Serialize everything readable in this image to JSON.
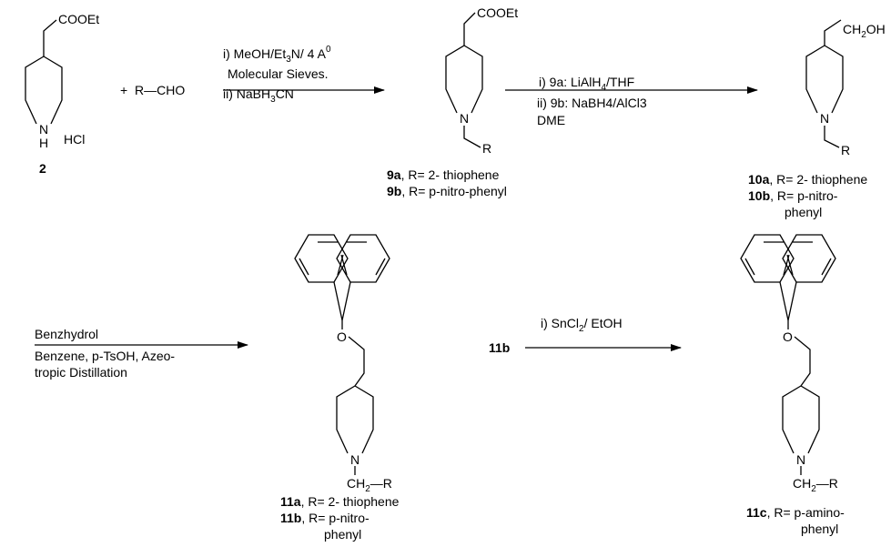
{
  "compounds": {
    "c2": {
      "ester": "COOEt",
      "n_label": "N",
      "h_label": "H",
      "salt": "HCl",
      "id": "2"
    },
    "aldehyde": {
      "plus": "+",
      "text": "R—CHO"
    },
    "c9": {
      "ester": "COOEt",
      "n_label": "N",
      "r_label": "R",
      "a_id": "9a",
      "a_text": ", R= 2- thiophene",
      "b_id": "9b",
      "b_text": ", R= p-nitro-phenyl"
    },
    "c10": {
      "ch2oh_main": "CH",
      "ch2oh_sub": "2",
      "ch2oh_end": "OH",
      "n_label": "N",
      "r_label": "R",
      "a_id": "10a",
      "a_text": ", R= 2- thiophene",
      "b_id": "10b",
      "b_text": ", R= p-nitro-",
      "b_text2": "phenyl"
    },
    "c11ab": {
      "o_label": "O",
      "n_label": "N",
      "ch2_main": "CH",
      "ch2_sub": "2",
      "ch2_end": "—R",
      "a_id": "11a",
      "a_text": ", R= 2- thiophene",
      "b_id": "11b",
      "b_text": ", R= p-nitro-",
      "b_text2": "phenyl"
    },
    "c11b_start": {
      "id": "11b"
    },
    "c11c": {
      "o_label": "O",
      "n_label": "N",
      "ch2_main": "CH",
      "ch2_sub": "2",
      "ch2_end": "—R",
      "id": "11c",
      "text": ", R= p-amino-",
      "text2": "phenyl"
    }
  },
  "reagents": {
    "step1": {
      "line1_a": "i) MeOH/Et",
      "line1_sub": "3",
      "line1_b": "N/ 4 A",
      "line1_sup": "0",
      "line2": "Molecular Sieves.",
      "line3_a": "ii) NaBH",
      "line3_sub": "3",
      "line3_b": "CN"
    },
    "step2": {
      "line1_a": "i) 9a: LiAlH",
      "line1_sub": "4",
      "line1_b": "/THF",
      "line2": "ii) 9b: NaBH4/AlCl3",
      "line3": "DME"
    },
    "step3": {
      "line1": "Benzhydrol",
      "line2": "Benzene, p-TsOH, Azeo-",
      "line3": "tropic Distillation"
    },
    "step4": {
      "line1_a": "i) SnCl",
      "line1_sub": "2",
      "line1_b": "/ EtOH"
    }
  },
  "colors": {
    "ink": "#000000",
    "background": "#ffffff"
  }
}
